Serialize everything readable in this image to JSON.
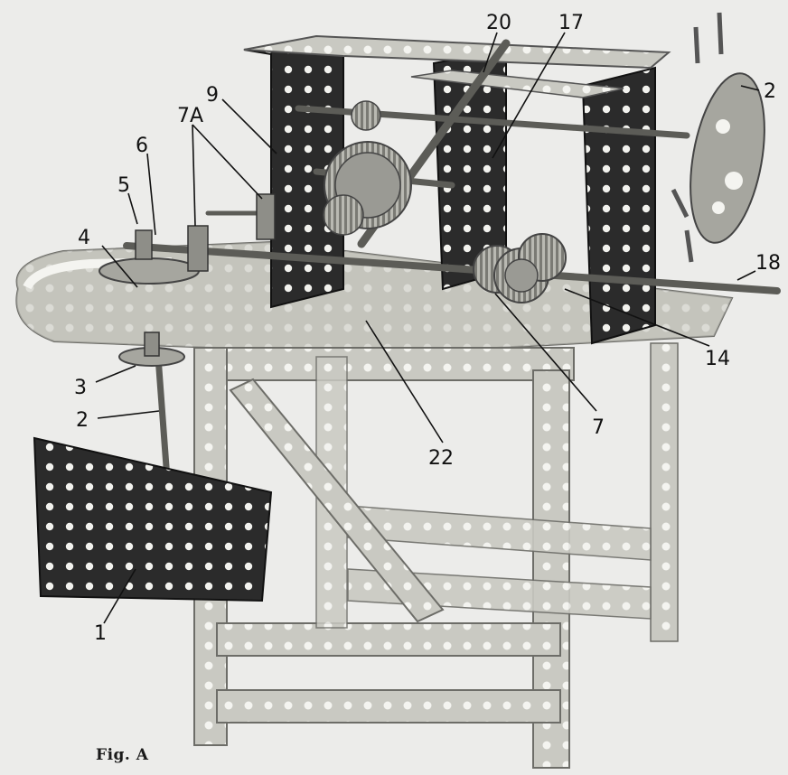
{
  "figure": {
    "caption": "Fig. A",
    "callouts": [
      {
        "id": "c20",
        "label": "20"
      },
      {
        "id": "c17",
        "label": "17"
      },
      {
        "id": "c2top",
        "label": "2"
      },
      {
        "id": "c9",
        "label": "9"
      },
      {
        "id": "c7a",
        "label": "7A"
      },
      {
        "id": "c6",
        "label": "6"
      },
      {
        "id": "c5",
        "label": "5"
      },
      {
        "id": "c4",
        "label": "4"
      },
      {
        "id": "c18",
        "label": "18"
      },
      {
        "id": "c14",
        "label": "14"
      },
      {
        "id": "c3",
        "label": "3"
      },
      {
        "id": "c2",
        "label": "2"
      },
      {
        "id": "c22",
        "label": "22"
      },
      {
        "id": "c7",
        "label": "7"
      },
      {
        "id": "c1",
        "label": "1"
      }
    ]
  },
  "colors": {
    "background": "#ececea",
    "dark_plate": "#2b2b2b",
    "light_strip": "#c9c9c2",
    "metal": "#8e8e88",
    "ink": "#111111"
  }
}
